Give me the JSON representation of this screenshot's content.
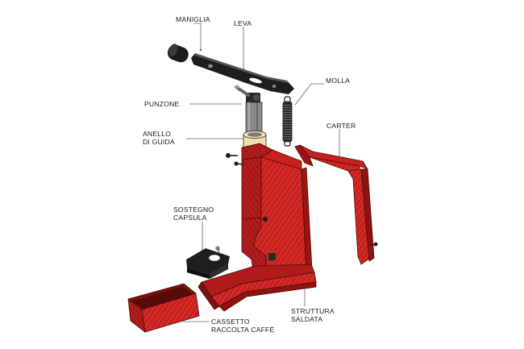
{
  "labels": {
    "maniglia": "MANIGLIA",
    "leva": "LEVA",
    "molla": "MOLLA",
    "punzone": "PUNZONE",
    "anello": [
      "ANELLO",
      "DI GUIDA"
    ],
    "carter": "CARTER",
    "sostegno": [
      "SOSTEGNO",
      "CAPSULA"
    ],
    "struttura": [
      "STRUTTURA",
      "SALDATA"
    ],
    "cassetto": [
      "CASSETTO",
      "RACCOLTA CAFFÈ"
    ]
  },
  "colors": {
    "frame_red": "#c8201e",
    "frame_red_dark": "#9e1412",
    "hatch": "#e85a52",
    "part_black": "#1c1c1c",
    "ring_cream": "#ecdcae",
    "leader": "#666666"
  }
}
